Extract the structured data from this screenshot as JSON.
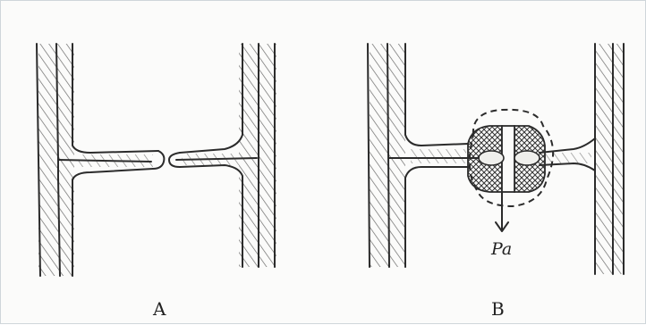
{
  "figure": {
    "panels": [
      {
        "id": "A",
        "label": "A"
      },
      {
        "id": "B",
        "label": "B",
        "annotation": "Pa"
      }
    ]
  },
  "colors": {
    "ink": "#2b2b2b",
    "background": "#fbfbfa",
    "border": "#cfd6da"
  }
}
